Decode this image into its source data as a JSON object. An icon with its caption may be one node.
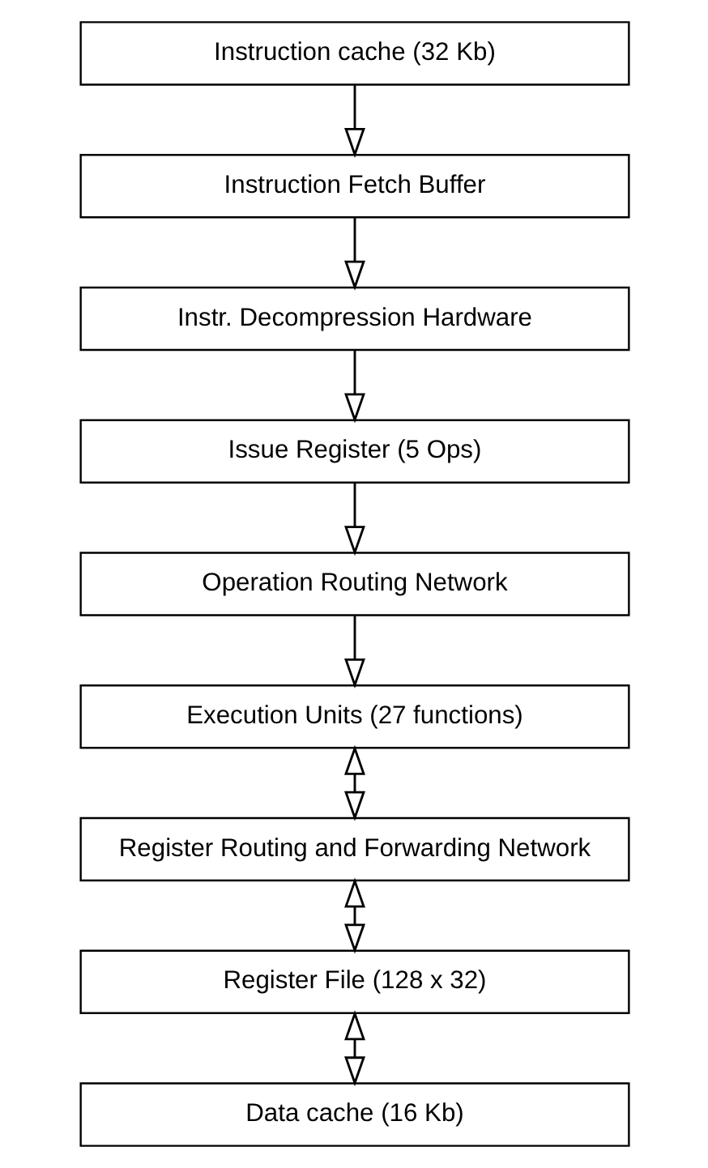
{
  "diagram": {
    "nodes": [
      {
        "text": [
          "Instruction cache (32 Kb)"
        ]
      },
      {
        "text": [
          "Instruction Fetch Buffer"
        ]
      },
      {
        "text": [
          "Instr. Decompression Hardware"
        ]
      },
      {
        "text": [
          "Issue Register (5 Ops)"
        ]
      },
      {
        "text": [
          "Operation Routing Network"
        ]
      },
      {
        "text": [
          "Execution Units (27 functions)"
        ]
      },
      {
        "text": [
          "Register Routing and Forwarding Network"
        ]
      },
      {
        "text": [
          "Register File (128 x 32)"
        ]
      },
      {
        "text": [
          "Data cache (16 Kb)"
        ]
      }
    ],
    "edges": [
      {
        "from": 0,
        "to": 1,
        "arrow": "to"
      },
      {
        "from": 1,
        "to": 2,
        "arrow": "to"
      },
      {
        "from": 2,
        "to": 3,
        "arrow": "to"
      },
      {
        "from": 3,
        "to": 4,
        "arrow": "to"
      },
      {
        "from": 4,
        "to": 5,
        "arrow": "to"
      },
      {
        "from": 5,
        "to": 6,
        "arrow": "both"
      },
      {
        "from": 6,
        "to": 7,
        "arrow": "both"
      },
      {
        "from": 7,
        "to": 8,
        "arrow": "both"
      }
    ]
  }
}
